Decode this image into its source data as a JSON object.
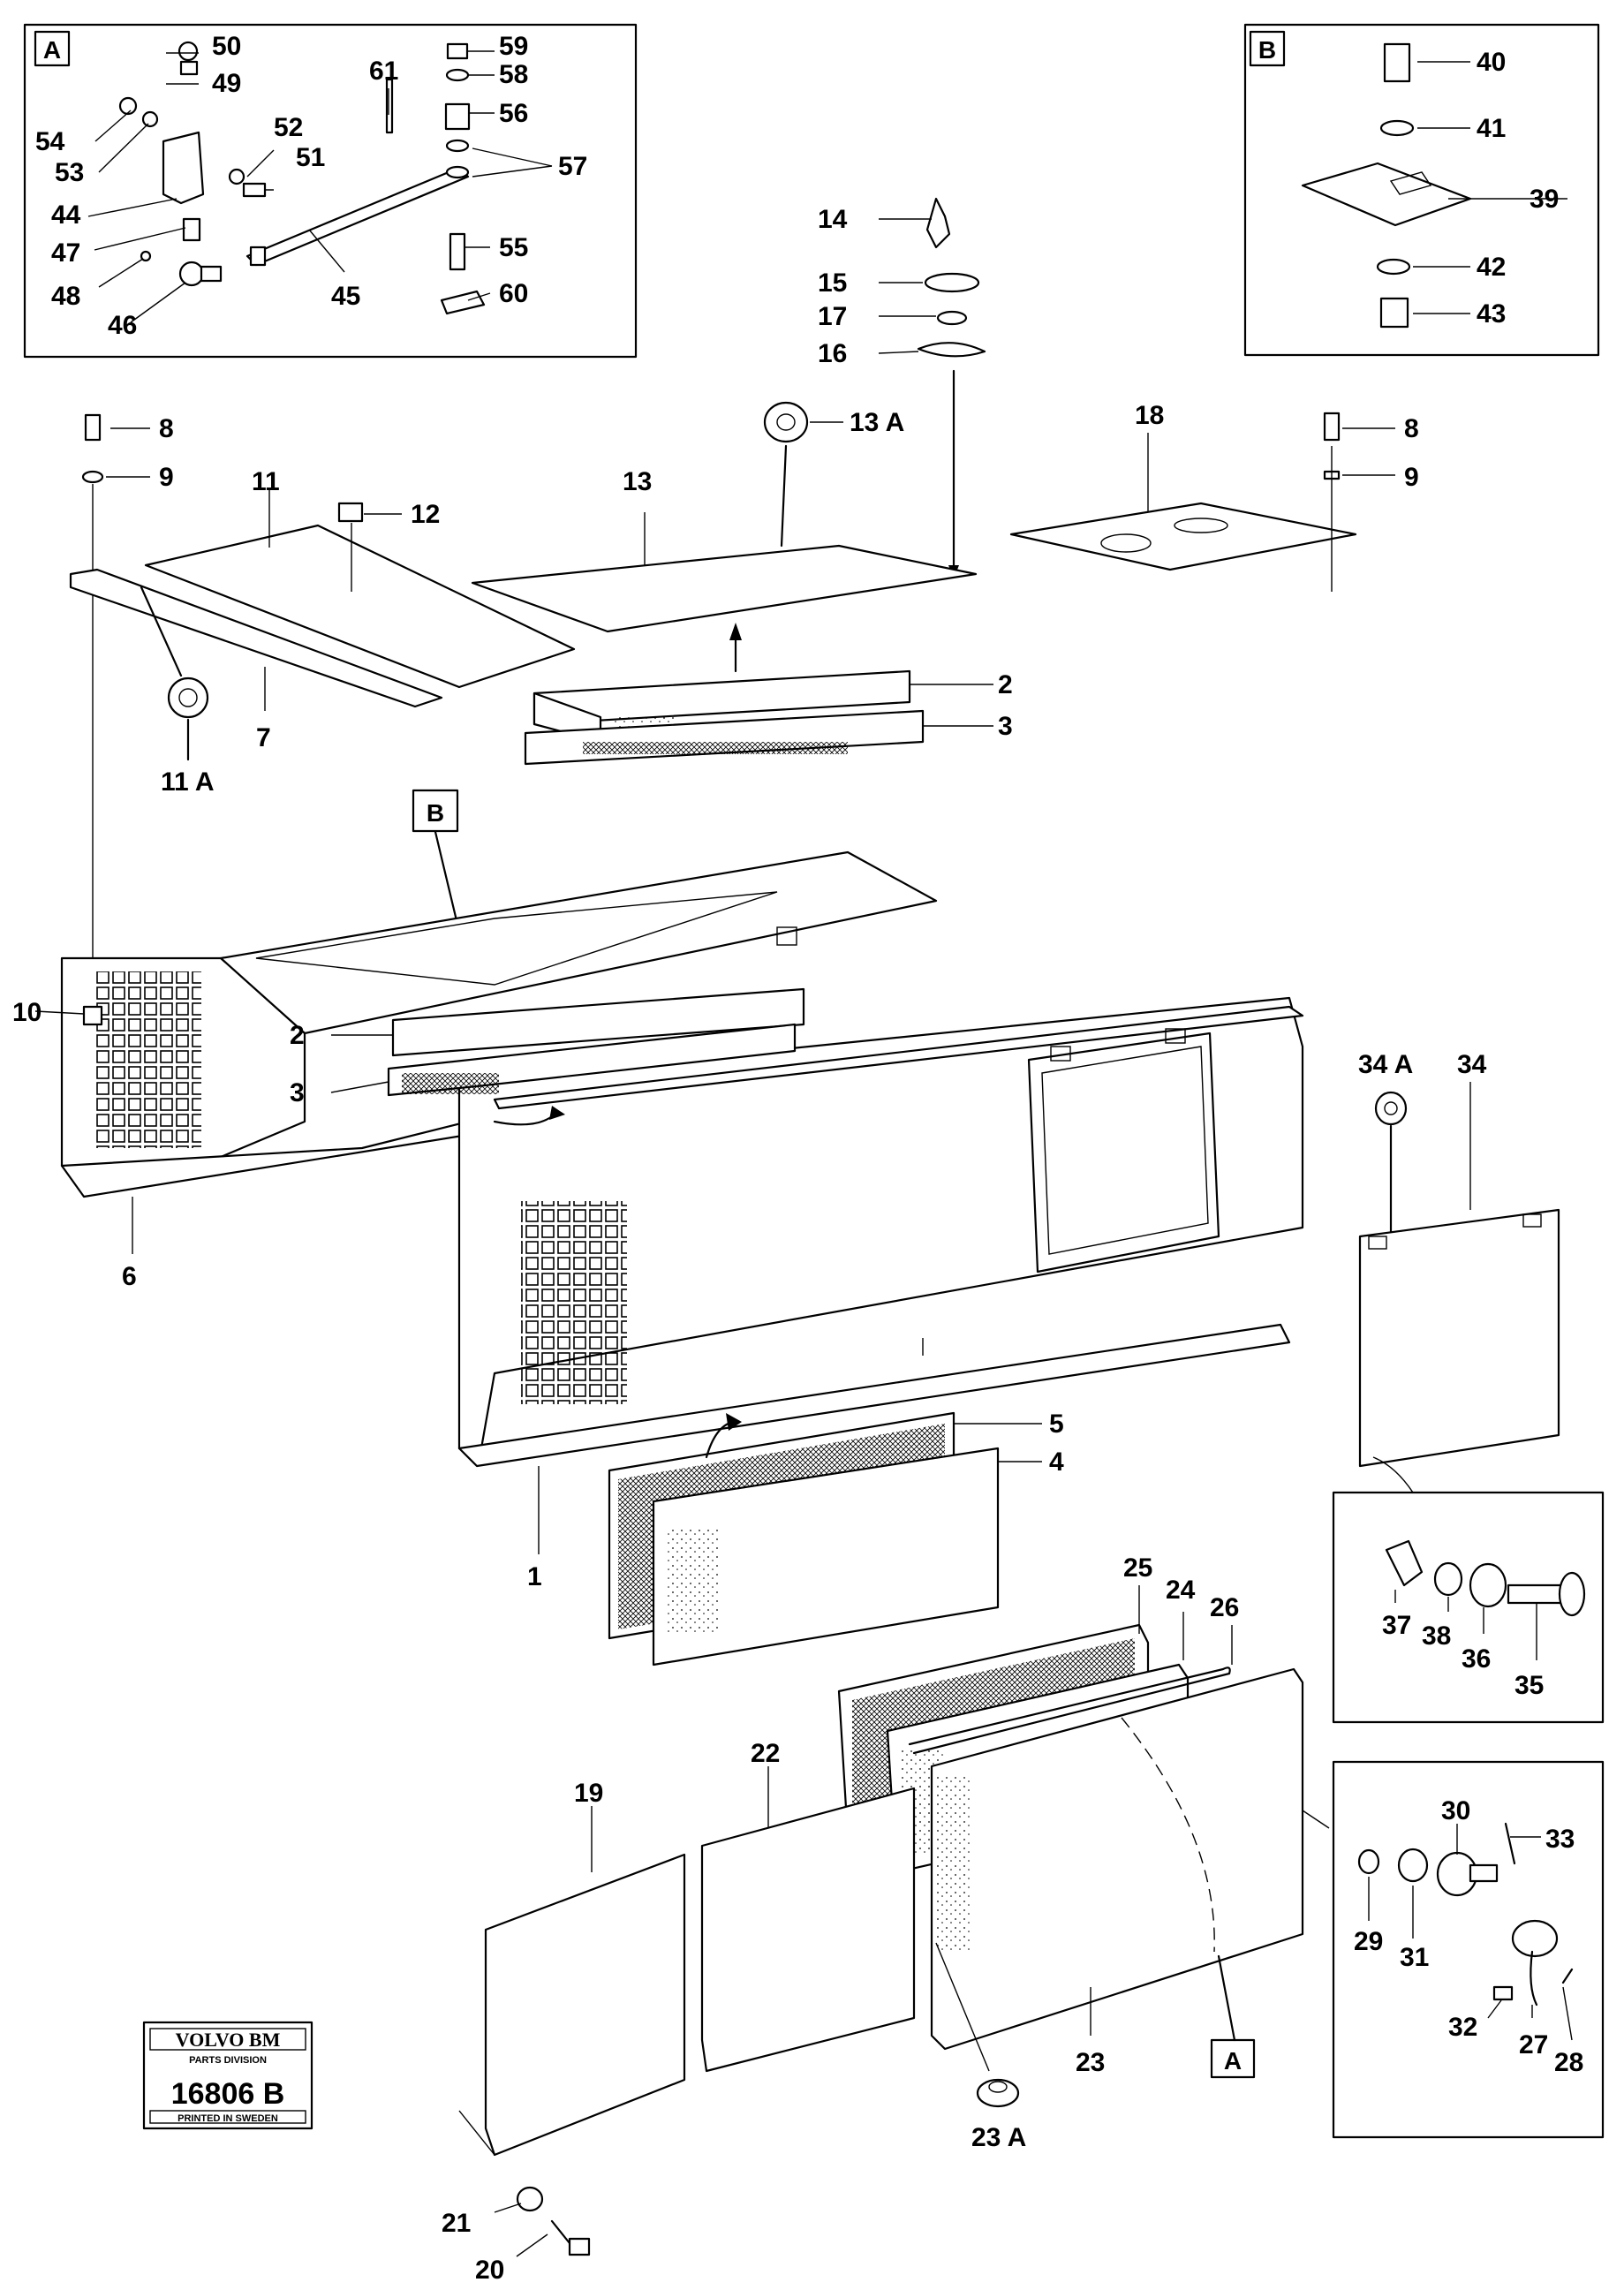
{
  "detail_boxes": {
    "a": "A",
    "b": "B"
  },
  "callout_letters": {
    "b_on_roof": "B",
    "a_on_door": "A"
  },
  "stamp": {
    "brand": "VOLVO BM",
    "division": "PARTS DIVISION",
    "number": "16806 B",
    "printed": "PRINTED IN SWEDEN"
  },
  "part_numbers": {
    "p50": "50",
    "p49": "49",
    "p61": "61",
    "p59": "59",
    "p58": "58",
    "p56": "56",
    "p57": "57",
    "p54": "54",
    "p53": "53",
    "p52": "52",
    "p51": "51",
    "p44": "44",
    "p47": "47",
    "p48": "48",
    "p46": "46",
    "p45": "45",
    "p55": "55",
    "p60": "60",
    "p40": "40",
    "p41": "41",
    "p39": "39",
    "p42": "42",
    "p43": "43",
    "p14": "14",
    "p15": "15",
    "p17": "17",
    "p16": "16",
    "p13a": "13 A",
    "p13": "13",
    "p8a": "8",
    "p9a": "9",
    "p11": "11",
    "p12": "12",
    "p7": "7",
    "p11a": "11 A",
    "p18": "18",
    "p8b": "8",
    "p9b": "9",
    "p2a": "2",
    "p3a": "3",
    "p2b": "2",
    "p3b": "3",
    "p10": "10",
    "p6": "6",
    "p1": "1",
    "p5": "5",
    "p4": "4",
    "p34a": "34 A",
    "p34": "34",
    "p37": "37",
    "p38": "38",
    "p36": "36",
    "p35": "35",
    "p25": "25",
    "p24": "24",
    "p26": "26",
    "p22": "22",
    "p19": "19",
    "p30": "30",
    "p33": "33",
    "p29": "29",
    "p31": "31",
    "p32": "32",
    "p27": "27",
    "p28": "28",
    "p23": "23",
    "p23a": "23 A",
    "p21": "21",
    "p20": "20"
  }
}
